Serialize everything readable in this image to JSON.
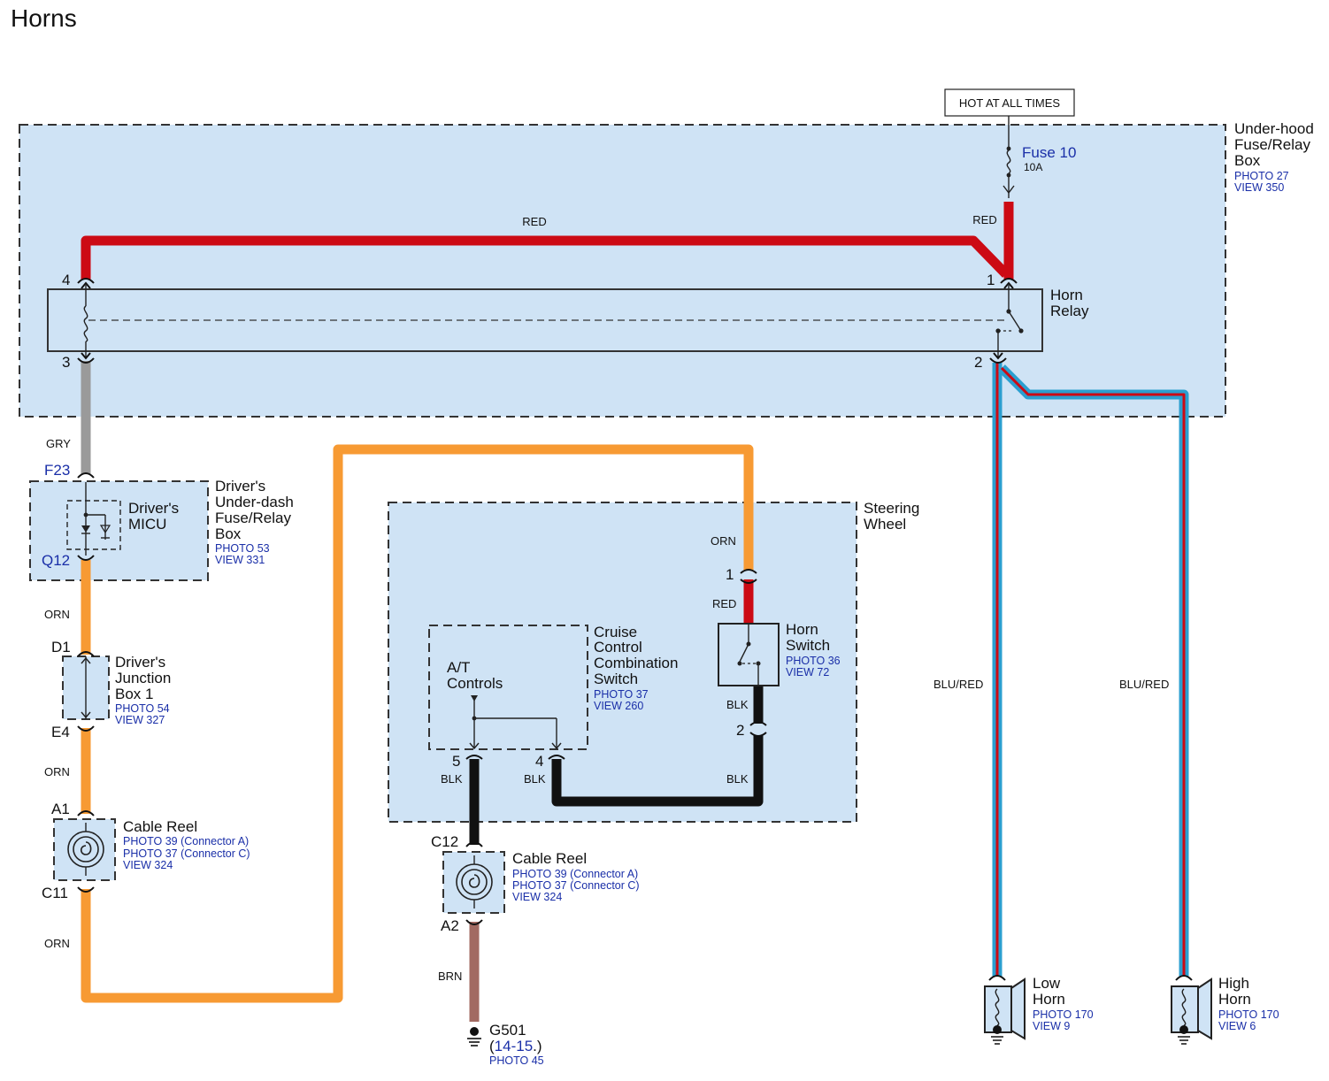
{
  "title": "Horns",
  "hot_label": "HOT AT ALL TIMES",
  "fuse": {
    "name": "Fuse 10",
    "rating": "10A"
  },
  "underhood": {
    "l1": "Under-hood",
    "l2": "Fuse/Relay",
    "l3": "Box",
    "photo": "PHOTO 27",
    "view": "VIEW 350"
  },
  "relay": {
    "l1": "Horn",
    "l2": "Relay",
    "p1": "1",
    "p2": "2",
    "p3": "3",
    "p4": "4"
  },
  "micu": {
    "l1": "Driver's",
    "l2": "MICU",
    "b1": "Driver's",
    "b2": "Under-dash",
    "b3": "Fuse/Relay",
    "b4": "Box",
    "photo": "PHOTO 53",
    "view": "VIEW 331",
    "top": "F23",
    "bottom": "Q12"
  },
  "junction": {
    "l1": "Driver's",
    "l2": "Junction",
    "l3": "Box 1",
    "photo": "PHOTO 54",
    "view": "VIEW 327",
    "top": "D1",
    "bottom": "E4"
  },
  "cable_reel_left": {
    "name": "Cable Reel",
    "photo_a": "PHOTO 39 (Connector A)",
    "photo_c": "PHOTO 37 (Connector C)",
    "view": "VIEW 324",
    "top": "A1",
    "bottom": "C11"
  },
  "cable_reel_center": {
    "name": "Cable Reel",
    "photo_a": "PHOTO 39 (Connector A)",
    "photo_c": "PHOTO 37 (Connector C)",
    "view": "VIEW 324",
    "top": "C12",
    "bottom": "A2"
  },
  "steering": {
    "l1": "Steering",
    "l2": "Wheel"
  },
  "cruise": {
    "l1": "Cruise",
    "l2": "Control",
    "l3": "Combination",
    "l4": "Switch",
    "photo": "PHOTO 37",
    "view": "VIEW 260",
    "at1": "A/T",
    "at2": "Controls",
    "p5": "5",
    "p4": "4"
  },
  "horn_switch": {
    "l1": "Horn",
    "l2": "Switch",
    "photo": "PHOTO 36",
    "view": "VIEW 72",
    "p1": "1",
    "p2": "2"
  },
  "ground": {
    "name": "G501",
    "page_open": "(",
    "page": "14-15",
    "page_close": ".)",
    "photo": "PHOTO 45"
  },
  "low_horn": {
    "l1": "Low",
    "l2": "Horn",
    "photo": "PHOTO 170",
    "view": "VIEW 9"
  },
  "high_horn": {
    "l1": "High",
    "l2": "Horn",
    "photo": "PHOTO 170",
    "view": "VIEW 6"
  },
  "wires": {
    "red_top": "RED",
    "red_fuse": "RED",
    "gry": "GRY",
    "orn1": "ORN",
    "orn2": "ORN",
    "orn3": "ORN",
    "orn_sw": "ORN",
    "red_sw": "RED",
    "blk_sw": "BLK",
    "blk5": "BLK",
    "blk4": "BLK",
    "blk_bottom": "BLK",
    "brn": "BRN",
    "blu_red_low": "BLU/RED",
    "blu_red_high": "BLU/RED"
  },
  "colors": {
    "red": "#cc0a14",
    "orange": "#f79a33",
    "gray": "#9a9a9a",
    "black": "#111111",
    "brown": "#a26a62",
    "blue": "#2b9fd0",
    "box_fill": "#cfe3f5"
  }
}
